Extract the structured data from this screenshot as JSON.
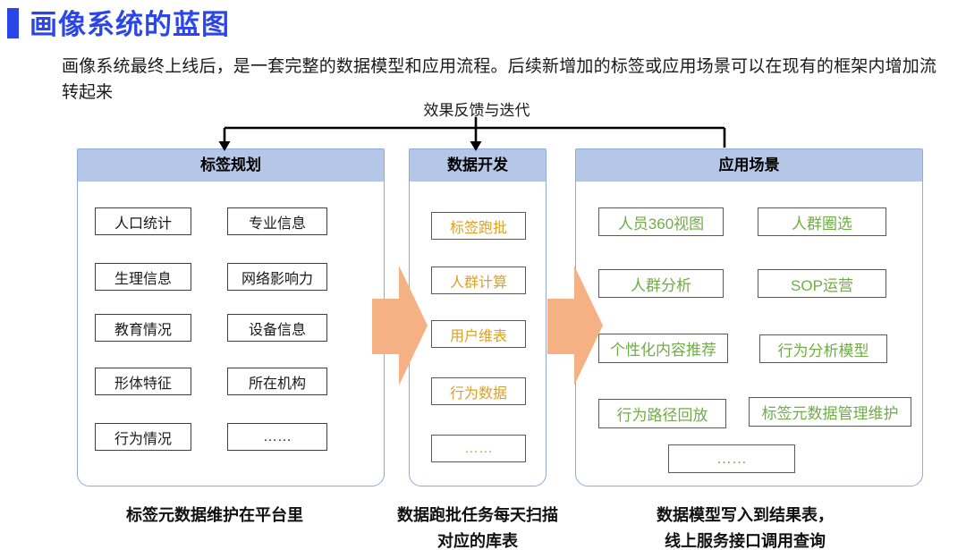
{
  "title": "画像系统的蓝图",
  "intro": "画像系统最终上线后，是一套完整的数据模型和应用流程。后续新增加的标签或应用场景可以在现有的框架内增加流转起来",
  "feedback_label": "效果反馈与迭代",
  "colors": {
    "accent_blue": "#2b46e8",
    "panel_header_bg": "#b4c7e7",
    "panel_border": "#8faadc",
    "arrow_orange": "#f5b183",
    "tag_orange": "#d9a226",
    "tag_green": "#70ad47"
  },
  "panels": [
    {
      "title": "标签规划",
      "items": [
        "人口统计",
        "专业信息",
        "生理信息",
        "网络影响力",
        "教育情况",
        "设备信息",
        "形体特征",
        "所在机构",
        "行为情况",
        "……"
      ],
      "caption_lines": [
        "标签元数据维护在平台里",
        ""
      ]
    },
    {
      "title": "数据开发",
      "items": [
        "标签跑批",
        "人群计算",
        "用户维表",
        "行为数据",
        "……"
      ],
      "caption_lines": [
        "数据跑批任务每天扫描",
        "对应的库表"
      ]
    },
    {
      "title": "应用场景",
      "items": [
        "人员360视图",
        "人群圈选",
        "人群分析",
        "SOP运营",
        "个性化内容推荐",
        "行为分析模型",
        "行为路径回放",
        "标签元数据管理维护",
        "……"
      ],
      "caption_lines": [
        "数据模型写入到结果表，",
        "线上服务接口调用查询"
      ]
    }
  ]
}
